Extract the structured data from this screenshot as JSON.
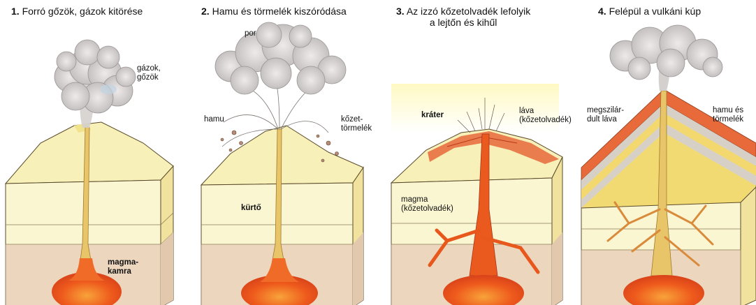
{
  "panels": [
    {
      "number": "1.",
      "title": "Forró gőzök, gázok kitörése"
    },
    {
      "number": "2.",
      "title": "Hamu és törmelék kiszóródása"
    },
    {
      "number": "3.",
      "title": "Az izzó kőzetolvadék lefolyik\na lejtőn és kihűl"
    },
    {
      "number": "4.",
      "title": "Felépül a vulkáni kúp"
    }
  ],
  "labels": {
    "p1_gases": "gázok,\ngőzök",
    "p1_magma_chamber": "magma-\nkamra",
    "p2_dust": "por",
    "p2_ash": "hamu",
    "p2_debris": "kőzet-\ntörmelék",
    "p2_vent": "kürtő",
    "p3_crater": "kráter",
    "p3_lava": "láva\n(kőzetolvadék)",
    "p3_magma": "magma\n(kőzetolvadék)",
    "p4_solid_lava": "megszilár-\ndult láva",
    "p4_ash_debris": "hamu és\ntörmelék"
  },
  "colors": {
    "block_top": "#f7f0b8",
    "block_side": "#f3e8a6",
    "block_front": "#fbf6d2",
    "lower_layer": "#ecd7be",
    "magma": "#f0541e",
    "magma_light": "#f78a3a",
    "conduit": "#e9c56a",
    "cloud": "#d9d6d6",
    "lava_flow": "#e8693a",
    "layer_stripe": "#d6d0c6"
  }
}
